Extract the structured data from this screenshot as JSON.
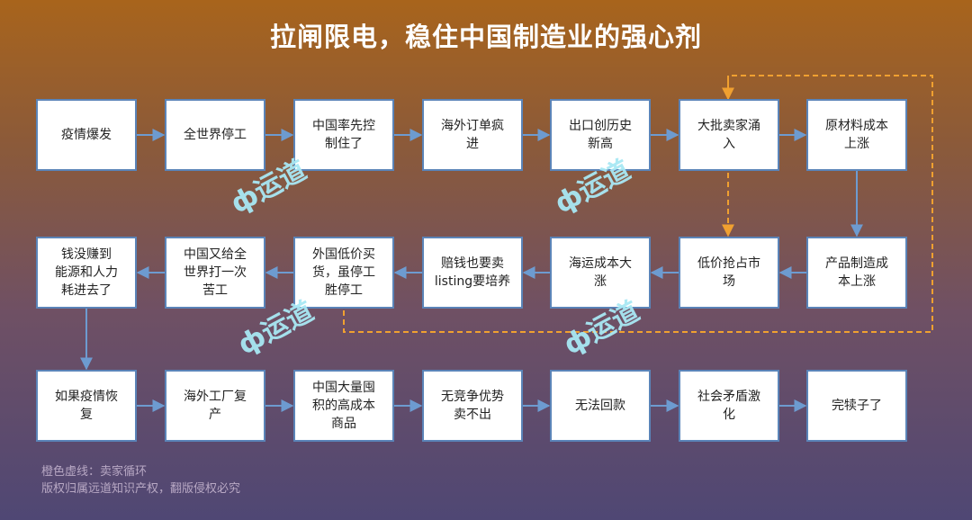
{
  "title": "拉闸限电，稳住中国制造业的强心剂",
  "colors": {
    "box_border": "#5b84b8",
    "arrow": "#6d9bd0",
    "loop": "#f0a030",
    "watermark": "#a8e8f4"
  },
  "rows": [
    [
      {
        "id": "r1c1",
        "text": "疫情爆发"
      },
      {
        "id": "r1c2",
        "text": "全世界停工"
      },
      {
        "id": "r1c3",
        "text": "中国率先控\n制住了"
      },
      {
        "id": "r1c4",
        "text": "海外订单疯\n进"
      },
      {
        "id": "r1c5",
        "text": "出口创历史\n新高"
      },
      {
        "id": "r1c6",
        "text": "大批卖家涌\n入"
      },
      {
        "id": "r1c7",
        "text": "原材料成本\n上涨"
      }
    ],
    [
      {
        "id": "r2c1",
        "text": "钱没赚到\n能源和人力\n耗进去了"
      },
      {
        "id": "r2c2",
        "text": "中国又给全\n世界打一次\n苦工"
      },
      {
        "id": "r2c3",
        "text": "外国低价买\n货，虽停工\n胜停工"
      },
      {
        "id": "r2c4",
        "text": "赔钱也要卖\nlisting要培养"
      },
      {
        "id": "r2c5",
        "text": "海运成本大\n涨"
      },
      {
        "id": "r2c6",
        "text": "低价抢占市\n场"
      },
      {
        "id": "r2c7",
        "text": "产品制造成\n本上涨"
      }
    ],
    [
      {
        "id": "r3c1",
        "text": "如果疫情恢\n复"
      },
      {
        "id": "r3c2",
        "text": "海外工厂复\n产"
      },
      {
        "id": "r3c3",
        "text": "中国大量囤\n积的高成本\n商品"
      },
      {
        "id": "r3c4",
        "text": "无竞争优势\n卖不出"
      },
      {
        "id": "r3c5",
        "text": "无法回款"
      },
      {
        "id": "r3c6",
        "text": "社会矛盾激\n化"
      },
      {
        "id": "r3c7",
        "text": "完犊子了"
      }
    ]
  ],
  "watermark_text": "ф",
  "watermark_word": "运道",
  "notes": {
    "line1": "橙色虚线：卖家循环",
    "line2": "版权归属远道知识产权，翻版侵权必究"
  }
}
